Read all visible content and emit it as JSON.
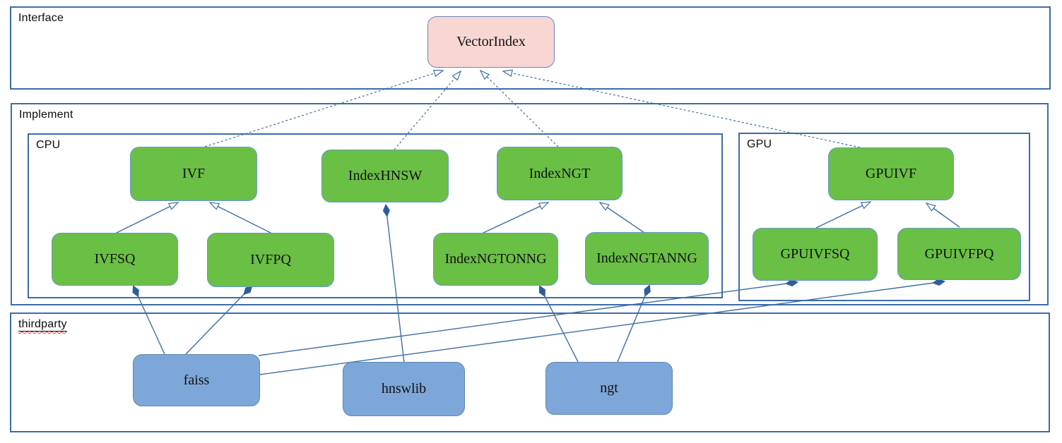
{
  "containers": {
    "interface": {
      "label": "Interface"
    },
    "implement": {
      "label": "Implement"
    },
    "cpu": {
      "label": "CPU"
    },
    "gpu": {
      "label": "GPU"
    },
    "thirdparty": {
      "label": "thirdparty"
    }
  },
  "nodes": {
    "vectorindex": {
      "label": "VectorIndex",
      "group": "interface"
    },
    "ivf": {
      "label": "IVF",
      "group": "cpu"
    },
    "indexhnsw": {
      "label": "IndexHNSW",
      "group": "cpu"
    },
    "indexngt": {
      "label": "IndexNGT",
      "group": "cpu"
    },
    "ivfsq": {
      "label": "IVFSQ",
      "group": "cpu"
    },
    "ivfpq": {
      "label": "IVFPQ",
      "group": "cpu"
    },
    "indexngtonng": {
      "label": "IndexNGTONNG",
      "group": "cpu"
    },
    "indexngtanng": {
      "label": "IndexNGTANNG",
      "group": "cpu"
    },
    "gpuivf": {
      "label": "GPUIVF",
      "group": "gpu"
    },
    "gpuivfsq": {
      "label": "GPUIVFSQ",
      "group": "gpu"
    },
    "gpuivfpq": {
      "label": "GPUIVFPQ",
      "group": "gpu"
    },
    "faiss": {
      "label": "faiss",
      "group": "thirdparty"
    },
    "hnswlib": {
      "label": "hnswlib",
      "group": "thirdparty"
    },
    "ngt": {
      "label": "ngt",
      "group": "thirdparty"
    }
  },
  "edges": [
    {
      "from": "IVF",
      "to": "VectorIndex",
      "relation": "realization",
      "line": "dashed",
      "head": "hollow-triangle"
    },
    {
      "from": "IndexHNSW",
      "to": "VectorIndex",
      "relation": "realization",
      "line": "dashed",
      "head": "hollow-triangle"
    },
    {
      "from": "IndexNGT",
      "to": "VectorIndex",
      "relation": "realization",
      "line": "dashed",
      "head": "hollow-triangle"
    },
    {
      "from": "GPUIVF",
      "to": "VectorIndex",
      "relation": "realization",
      "line": "dashed",
      "head": "hollow-triangle"
    },
    {
      "from": "IVFSQ",
      "to": "IVF",
      "relation": "inheritance",
      "line": "solid",
      "head": "hollow-triangle"
    },
    {
      "from": "IVFPQ",
      "to": "IVF",
      "relation": "inheritance",
      "line": "solid",
      "head": "hollow-triangle"
    },
    {
      "from": "IndexNGTONNG",
      "to": "IndexNGT",
      "relation": "inheritance",
      "line": "solid",
      "head": "hollow-triangle"
    },
    {
      "from": "IndexNGTANNG",
      "to": "IndexNGT",
      "relation": "inheritance",
      "line": "solid",
      "head": "hollow-triangle"
    },
    {
      "from": "GPUIVFSQ",
      "to": "GPUIVF",
      "relation": "inheritance",
      "line": "solid",
      "head": "hollow-triangle"
    },
    {
      "from": "GPUIVFPQ",
      "to": "GPUIVF",
      "relation": "inheritance",
      "line": "solid",
      "head": "hollow-triangle"
    },
    {
      "from": "faiss",
      "to": "IVFSQ",
      "relation": "composition",
      "line": "solid",
      "head": "filled-diamond"
    },
    {
      "from": "faiss",
      "to": "IVFPQ",
      "relation": "composition",
      "line": "solid",
      "head": "filled-diamond"
    },
    {
      "from": "faiss",
      "to": "GPUIVFSQ",
      "relation": "composition",
      "line": "solid",
      "head": "filled-diamond"
    },
    {
      "from": "faiss",
      "to": "GPUIVFPQ",
      "relation": "composition",
      "line": "solid",
      "head": "filled-diamond"
    },
    {
      "from": "hnswlib",
      "to": "IndexHNSW",
      "relation": "composition",
      "line": "solid",
      "head": "filled-diamond"
    },
    {
      "from": "ngt",
      "to": "IndexNGTONNG",
      "relation": "composition",
      "line": "solid",
      "head": "filled-diamond"
    },
    {
      "from": "ngt",
      "to": "IndexNGTANNG",
      "relation": "composition",
      "line": "solid",
      "head": "filled-diamond"
    }
  ],
  "colors": {
    "node_green": "#6abf45",
    "node_green_border": "#6699cc",
    "node_blue": "#7da7d9",
    "node_blue_border": "#5f86b5",
    "node_pink": "#f8d7d3",
    "node_pink_border": "#6c84b8",
    "container_border": "#3d6da6",
    "connector": "#3d6da6",
    "diamond": "#2e5d9c",
    "spellcheck_underline": "#d03a2b"
  }
}
